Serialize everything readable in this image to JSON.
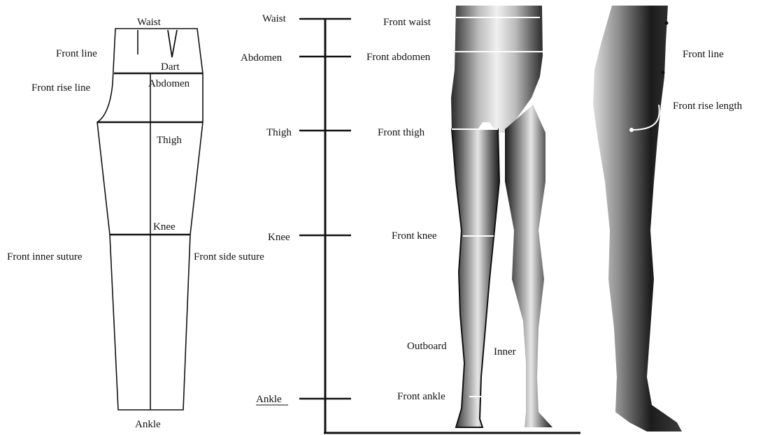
{
  "pattern": {
    "waist": "Waist",
    "front_line": "Front line",
    "dart": "Dart",
    "front_rise_line": "Front rise line",
    "abdomen": "Abdomen",
    "thigh": "Thigh",
    "knee": "Knee",
    "front_inner_suture": "Front inner suture",
    "front_side_suture": "Front side suture",
    "ankle": "Ankle"
  },
  "scale": {
    "waist": "Waist",
    "abdomen": "Abdomen",
    "thigh": "Thigh",
    "knee": "Knee",
    "ankle": "Ankle"
  },
  "front_body": {
    "front_waist": "Front waist",
    "front_abdomen": "Front abdomen",
    "front_thigh": "Front thigh",
    "front_knee": "Front knee",
    "outboard": "Outboard",
    "inner": "Inner",
    "front_ankle": "Front ankle"
  },
  "side_body": {
    "front_line": "Front line",
    "front_rise_length": "Front rise length"
  },
  "colors": {
    "line": "#111111",
    "body_dark": "#1a1a1a",
    "body_mid": "#8c8c8c",
    "body_light": "#f2f2f2",
    "measure_line": "#ffffff"
  }
}
